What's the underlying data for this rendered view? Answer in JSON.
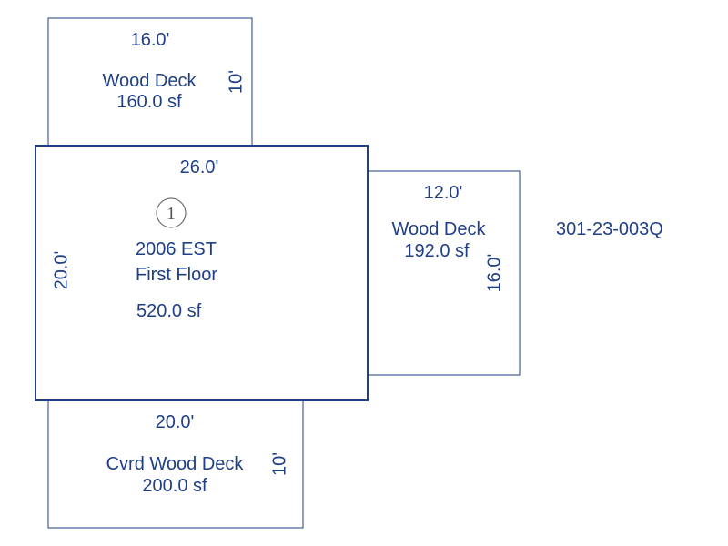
{
  "parcel_id": "301-23-003Q",
  "areas": {
    "top_deck": {
      "width_dim": "16.0'",
      "depth_dim": "10'",
      "name": "Wood Deck",
      "area": "160.0 sf"
    },
    "main": {
      "width_dim": "26.0'",
      "depth_dim": "20.0'",
      "marker": "1",
      "year": "2006 EST",
      "name": "First Floor",
      "area": "520.0 sf"
    },
    "right_deck": {
      "width_dim": "12.0'",
      "depth_dim": "16.0'",
      "name": "Wood Deck",
      "area": "192.0 sf"
    },
    "bottom_deck": {
      "width_dim": "20.0'",
      "depth_dim": "10'",
      "name": "Cvrd Wood Deck",
      "area": "200.0 sf"
    }
  },
  "colors": {
    "line": "#1f3f86",
    "text": "#1f3f86",
    "marker": "#555555"
  }
}
